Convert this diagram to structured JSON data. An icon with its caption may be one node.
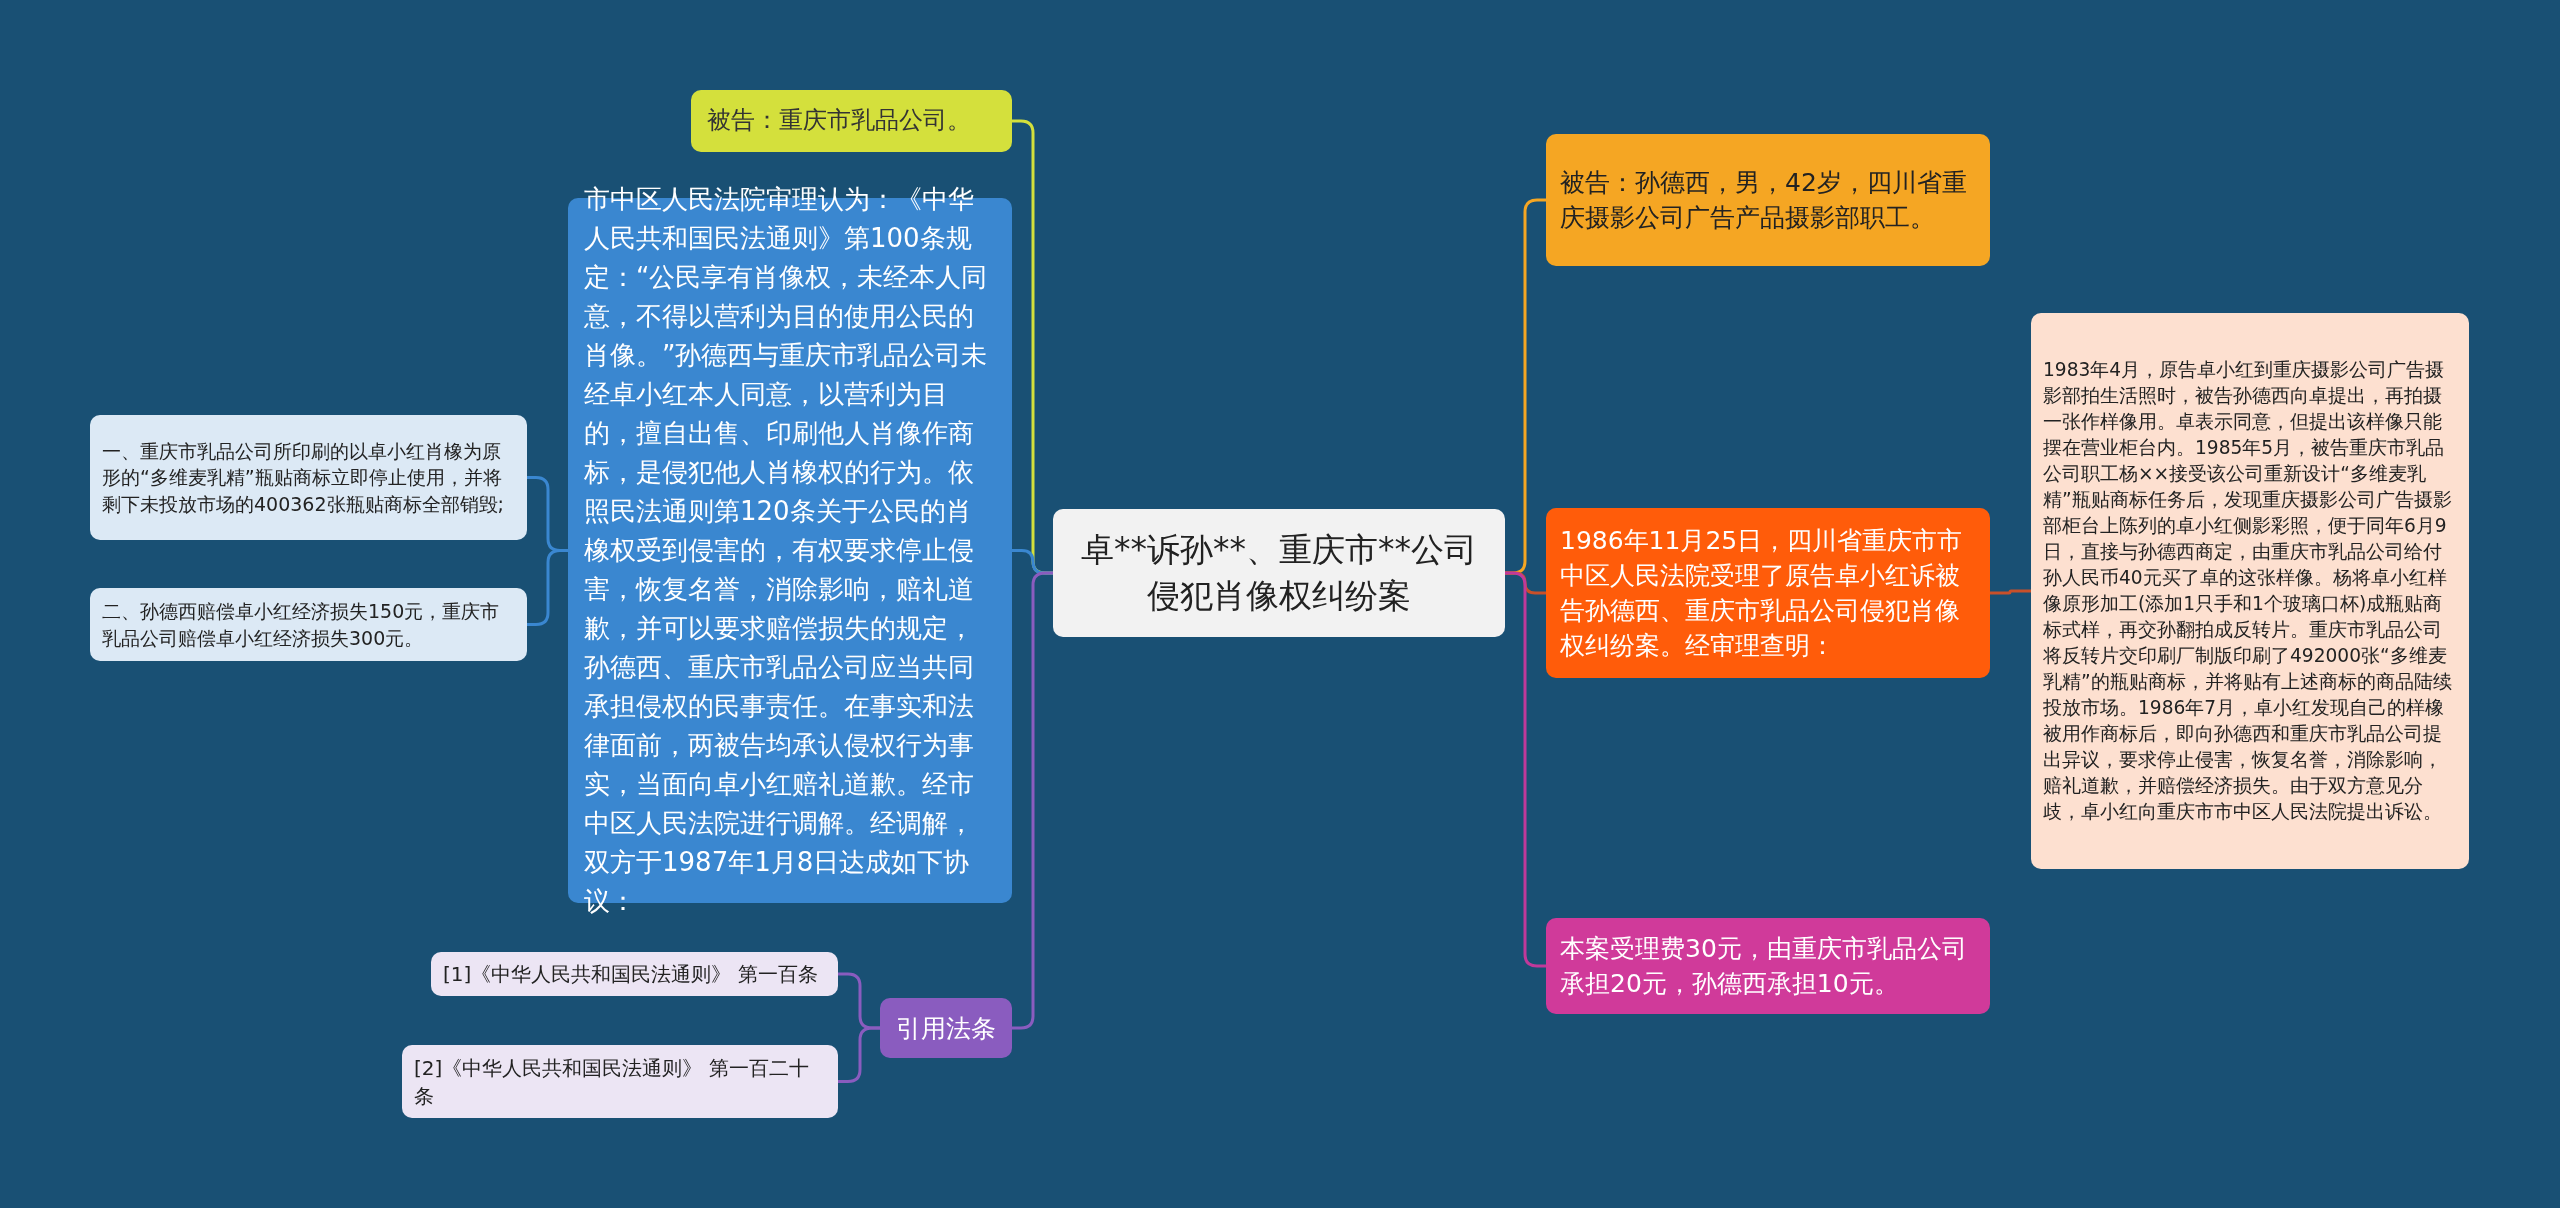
{
  "diagram": {
    "nodes": [
      {
        "text": [
          "卓**诉孙**、重庆市**公司侵犯肖像权纠纷案"
        ]
      },
      {
        "text": [
          "被告：重庆市乳品公司。"
        ]
      },
      {
        "text": [
          "市中区人民法院审理认为：《中华人民共和国民法通则》第100条规定：“公民享有肖像权，未经本人同意，不得以营利为目的使用公民的肖像。”孙德西与重庆市乳品公司未经卓小红本人同意，以营利为目的，擅自出售、印刷他人肖像作商标，是侵犯他人肖橡权的行为。依照民法通则第120条关于公民的肖橡权受到侵害的，有权要求停止侵害，恢复名誉，消除影响，赔礼道歉，并可以要求赔偿损失的规定，孙德西、重庆市乳品公司应当共同承担侵权的民事责任。在事实和法律面前，两被告均承认侵权行为事实，当面向卓小红赔礼道歉。经市中区人民法院进行调解。经调解，双方于1987年1月8日达成如下协议："
        ]
      },
      {
        "text": [
          "一、重庆市乳品公司所印刷的以卓小红肖橡为原形的“多维麦乳精”瓶贴商标立即停止使用，并将剩下未投放市场的400362张瓶贴商标全部销毁;"
        ]
      },
      {
        "text": [
          "二、孙德西赔偿卓小红经济损失150元，重庆市乳品公司赔偿卓小红经济损失300元。"
        ]
      },
      {
        "text": [
          "引用法条"
        ]
      },
      {
        "text": [
          "[1]《中华人民共和国民法通则》 第一百条"
        ]
      },
      {
        "text": [
          "[2]《中华人民共和国民法通则》 第一百二十条"
        ]
      },
      {
        "text": [
          "被告：孙德西，男，42岁，四川省重庆摄影公司广告产品摄影部职工。"
        ]
      },
      {
        "text": [
          "1986年11月25日，四川省重庆市市中区人民法院受理了原告卓小红诉被告孙德西、重庆市乳品公司侵犯肖像权纠纷案。经审理查明："
        ]
      },
      {
        "text": [
          "1983年4月，原告卓小红到重庆摄影公司广告摄影部拍生活照时，被告孙德西向卓提出，再拍摄一张作样像用。卓表示同意，但提出该样像只能摆在营业柜台内。1985年5月，被告重庆市乳品公司职工杨××接受该公司重新设计“多维麦乳精”瓶贴商标任务后，发现重庆摄影公司广告摄影部柜台上陈列的卓小红侧影彩照，便于同年6月9日，直接与孙德西商定，由重庆市乳品公司给付孙人民币40元买了卓的这张样像。杨将卓小红样像原形加工(添加1只手和1个玻璃口杯)成瓶贴商标式样，再交孙翻拍成反转片。重庆市乳品公司将反转片交印刷厂制版印刷了492000张“多维麦乳精”的瓶贴商标，并将贴有上述商标的商品陆续投放市场。1986年7月，卓小红发现自己的样橡被用作商标后，即向孙德西和重庆市乳品公司提出异议，要求停止侵害，恢复名誉，消除影响，赔礼道歉，并赔偿经济损失。由于双方意见分歧，卓小红向重庆市市中区人民法院提出诉讼。"
        ]
      },
      {
        "text": [
          "本案受理费30元，由重庆市乳品公司承担20元，孙德西承担10元。"
        ]
      }
    ],
    "edges": [
      {
        "from": 0,
        "to": 1,
        "arrow": "none",
        "color": "#d4e03c"
      },
      {
        "from": 0,
        "to": 2,
        "arrow": "none",
        "color": "#3a87d0"
      },
      {
        "from": 2,
        "to": 3,
        "arrow": "none",
        "color": "#3a87d0"
      },
      {
        "from": 2,
        "to": 4,
        "arrow": "none",
        "color": "#3a87d0"
      },
      {
        "from": 0,
        "to": 5,
        "arrow": "none",
        "color": "#8a5cbf"
      },
      {
        "from": 5,
        "to": 6,
        "arrow": "none",
        "color": "#8a5cbf"
      },
      {
        "from": 5,
        "to": 7,
        "arrow": "none",
        "color": "#8a5cbf"
      },
      {
        "from": 0,
        "to": 8,
        "arrow": "none",
        "color": "#f5a623"
      },
      {
        "from": 0,
        "to": 9,
        "arrow": "none",
        "color": "#c8502a"
      },
      {
        "from": 9,
        "to": 10,
        "arrow": "none",
        "color": "#c8502a"
      },
      {
        "from": 0,
        "to": 11,
        "arrow": "none",
        "color": "#c0399a"
      }
    ]
  }
}
